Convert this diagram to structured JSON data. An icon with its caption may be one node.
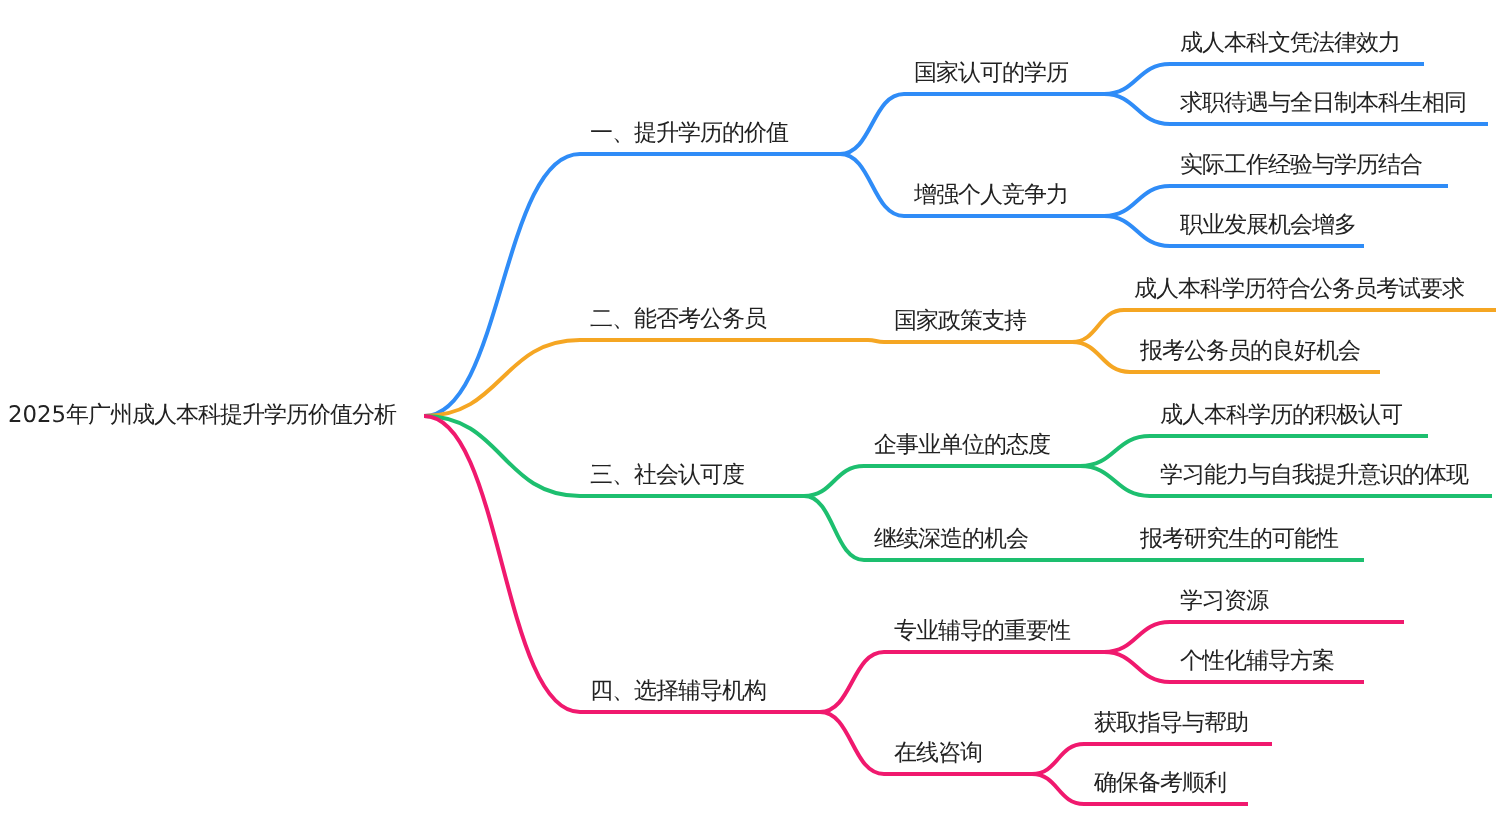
{
  "diagram": {
    "nodes": [
      {
        "text": [
          "2025年广州成人本科提升学历价值分析"
        ]
      },
      {
        "text": [
          "一、提升学历的价值"
        ]
      },
      {
        "text": [
          "国家认可的学历"
        ]
      },
      {
        "text": [
          "成人本科文凭法律效力"
        ]
      },
      {
        "text": [
          "求职待遇与全日制本科生相同"
        ]
      },
      {
        "text": [
          "增强个人竞争力"
        ]
      },
      {
        "text": [
          "实际工作经验与学历结合"
        ]
      },
      {
        "text": [
          "职业发展机会增多"
        ]
      },
      {
        "text": [
          "二、能否考公务员"
        ]
      },
      {
        "text": [
          "国家政策支持"
        ]
      },
      {
        "text": [
          "成人本科学历符合公务员考试要求"
        ]
      },
      {
        "text": [
          "报考公务员的良好机会"
        ]
      },
      {
        "text": [
          "三、社会认可度"
        ]
      },
      {
        "text": [
          "企事业单位的态度"
        ]
      },
      {
        "text": [
          "成人本科学历的积极认可"
        ]
      },
      {
        "text": [
          "学习能力与自我提升意识的体现"
        ]
      },
      {
        "text": [
          "继续深造的机会"
        ]
      },
      {
        "text": [
          "报考研究生的可能性"
        ]
      },
      {
        "text": [
          "四、选择辅导机构"
        ]
      },
      {
        "text": [
          "专业辅导的重要性"
        ]
      },
      {
        "text": [
          "学习资源"
        ]
      },
      {
        "text": [
          "个性化辅导方案"
        ]
      },
      {
        "text": [
          "在线咨询"
        ]
      },
      {
        "text": [
          "获取指导与帮助"
        ]
      },
      {
        "text": [
          "确保备考顺利"
        ]
      }
    ],
    "edges": [
      {
        "from": 0,
        "to": 1,
        "arrow": "none",
        "color": "#2f8cf7"
      },
      {
        "from": 1,
        "to": 2,
        "arrow": "none",
        "color": "#2f8cf7"
      },
      {
        "from": 2,
        "to": 3,
        "arrow": "none",
        "color": "#2f8cf7"
      },
      {
        "from": 2,
        "to": 4,
        "arrow": "none",
        "color": "#2f8cf7"
      },
      {
        "from": 1,
        "to": 5,
        "arrow": "none",
        "color": "#2f8cf7"
      },
      {
        "from": 5,
        "to": 6,
        "arrow": "none",
        "color": "#2f8cf7"
      },
      {
        "from": 5,
        "to": 7,
        "arrow": "none",
        "color": "#2f8cf7"
      },
      {
        "from": 0,
        "to": 8,
        "arrow": "none",
        "color": "#f5a623"
      },
      {
        "from": 8,
        "to": 9,
        "arrow": "none",
        "color": "#f5a623"
      },
      {
        "from": 9,
        "to": 10,
        "arrow": "none",
        "color": "#f5a623"
      },
      {
        "from": 9,
        "to": 11,
        "arrow": "none",
        "color": "#f5a623"
      },
      {
        "from": 0,
        "to": 12,
        "arrow": "none",
        "color": "#1dbf6f"
      },
      {
        "from": 12,
        "to": 13,
        "arrow": "none",
        "color": "#1dbf6f"
      },
      {
        "from": 13,
        "to": 14,
        "arrow": "none",
        "color": "#1dbf6f"
      },
      {
        "from": 13,
        "to": 15,
        "arrow": "none",
        "color": "#1dbf6f"
      },
      {
        "from": 12,
        "to": 16,
        "arrow": "none",
        "color": "#1dbf6f"
      },
      {
        "from": 16,
        "to": 17,
        "arrow": "none",
        "color": "#1dbf6f"
      },
      {
        "from": 0,
        "to": 18,
        "arrow": "none",
        "color": "#f0196e"
      },
      {
        "from": 18,
        "to": 19,
        "arrow": "none",
        "color": "#f0196e"
      },
      {
        "from": 19,
        "to": 20,
        "arrow": "none",
        "color": "#f0196e"
      },
      {
        "from": 19,
        "to": 21,
        "arrow": "none",
        "color": "#f0196e"
      },
      {
        "from": 18,
        "to": 22,
        "arrow": "none",
        "color": "#f0196e"
      },
      {
        "from": 22,
        "to": 23,
        "arrow": "none",
        "color": "#f0196e"
      },
      {
        "from": 22,
        "to": 24,
        "arrow": "none",
        "color": "#f0196e"
      }
    ]
  }
}
